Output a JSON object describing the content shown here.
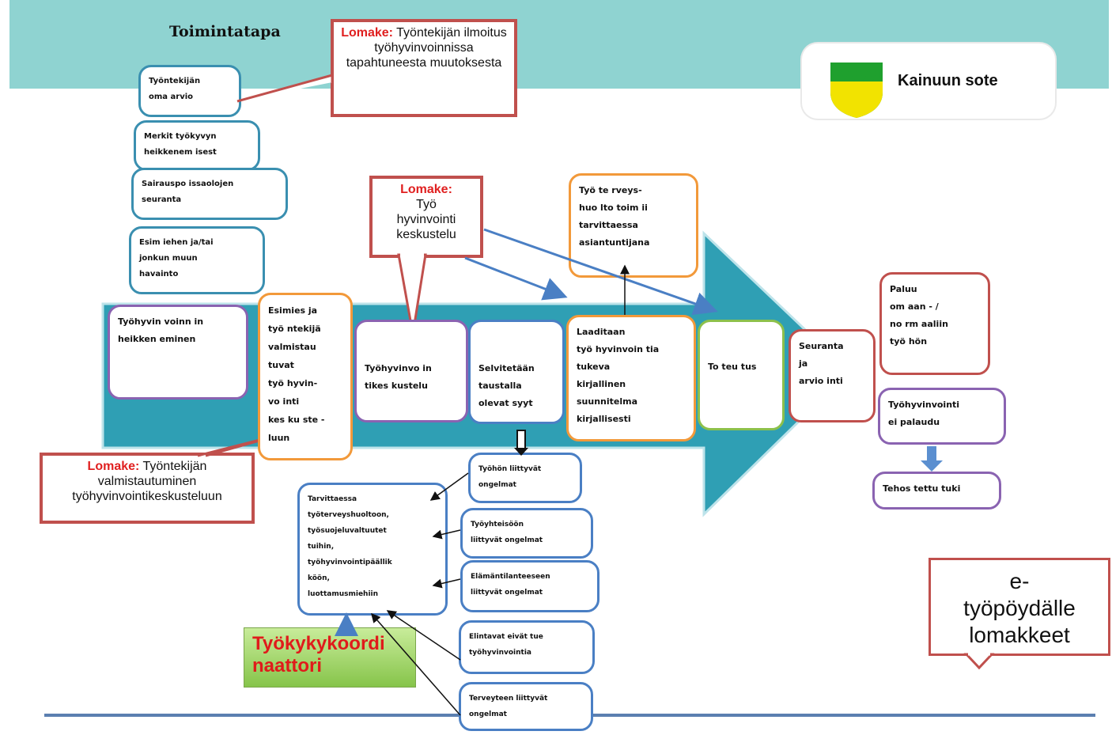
{
  "title": "Toimintatapa",
  "logo": {
    "org_name": "Kainuun sote",
    "icon": "kainuu-coat-of-arms-icon",
    "colors": {
      "green": "#1fa02e",
      "yellow": "#f2e300",
      "blue": "#2a6fb0"
    }
  },
  "colors": {
    "band": "#8fd3d1",
    "arrow": "#2f9fb4",
    "callout_border": "#c0504d",
    "keyword": "#e02020"
  },
  "indicators": [
    "Työntekijän\noma arvio",
    "Merkit työkyvyn\nheikkenem isest",
    "Sairauspo issaolojen\nseuranta",
    "Esim iehen ja/tai\njonkun muun\nhavainto"
  ],
  "callouts": {
    "top": {
      "keyword": "Lomake:",
      "text": " Työntekijän ilmoitus työhyvinvoinnissa tapahtuneesta muutoksesta"
    },
    "middle": {
      "keyword": "Lomake:",
      "text": "Työ\nhyvinvointi\nkeskustelu"
    },
    "bottom": {
      "keyword": "Lomake:",
      "text": " Työntekijän valmistautuminen työhyvinvointikeskusteluun"
    }
  },
  "process": {
    "start": "Työhyvin voinn in\nheikken eminen",
    "prepare": "Esimies ja\ntyö ntekijä\nvalmistau\ntuvat\ntyö hyvin-\nvo inti\nkes ku ste -\nluun",
    "discussion": "Työhyvinvo in\ntikes kustelu",
    "causes": "Selvitetään\ntaustalla\nolevat syyt",
    "plan": "Laaditaan\ntyö hyvinvoin tia\ntukeva\nkirjallinen\nsuunnitelma\nkirjallisesti",
    "occupational_health": "Työ te rveys-\nhuo lto toim ii\ntarvittaessa\nasiantuntijana",
    "implementation": "To teu tus",
    "followup": "Seuranta\nja\narvio inti",
    "return": "Paluu\nom aan - /\nno rm aaliin\ntyö hön",
    "no_return": "Työhyvinvointi\nei palaudu",
    "intensified": "Tehos tettu tuki"
  },
  "support": {
    "referrals": "Tarvittaessa\ntyöterveyshuoltoon,\ntyösuojeluvaltuutet\ntuihin,\ntyöhyvinvointipäällik\nköön,\nluottamusmiehiin",
    "coordinator": "Työkykykoordi\nnaattori"
  },
  "problems": [
    "Työhön liittyvät\nongelmat",
    "Työyhteisöön\nliittyvät ongelmat",
    "Elämäntilanteeseen\nliittyvät ongelmat",
    "Elintavat eivät tue\ntyöhyvinvointia",
    "Terveyteen liittyvät\nongelmat"
  ],
  "eforms_note": "e-\ntyöpöydälle\nlomakkeet"
}
